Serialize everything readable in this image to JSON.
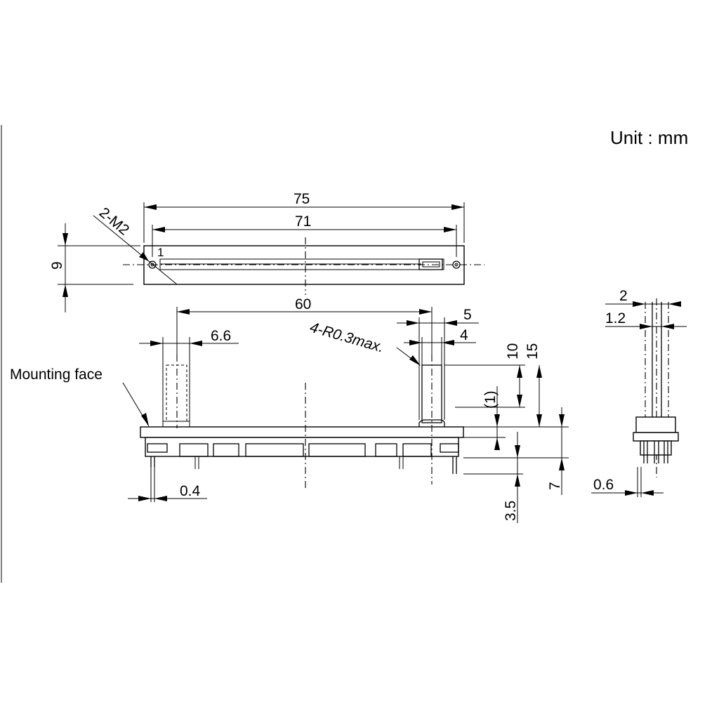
{
  "unit_label": "Unit : mm",
  "top_view": {
    "overall_length": "75",
    "hole_pitch": "71",
    "width": "9",
    "screw_note": "2-M2",
    "pin_mark": "1"
  },
  "front_view": {
    "travel": "60",
    "knob_width": "6.6",
    "lever_width_outer": "5",
    "lever_width_inner": "4",
    "radius_note": "4-R0.3max.",
    "height_10": "10",
    "height_15": "15",
    "height_1": "(1)",
    "pin_length": "3.5",
    "body_height": "7",
    "pin_offset": "0.4",
    "mounting_label": "Mounting face"
  },
  "side_view": {
    "lever_thickness_outer": "2",
    "lever_thickness_inner": "1.2",
    "pin_thickness": "0.6"
  }
}
